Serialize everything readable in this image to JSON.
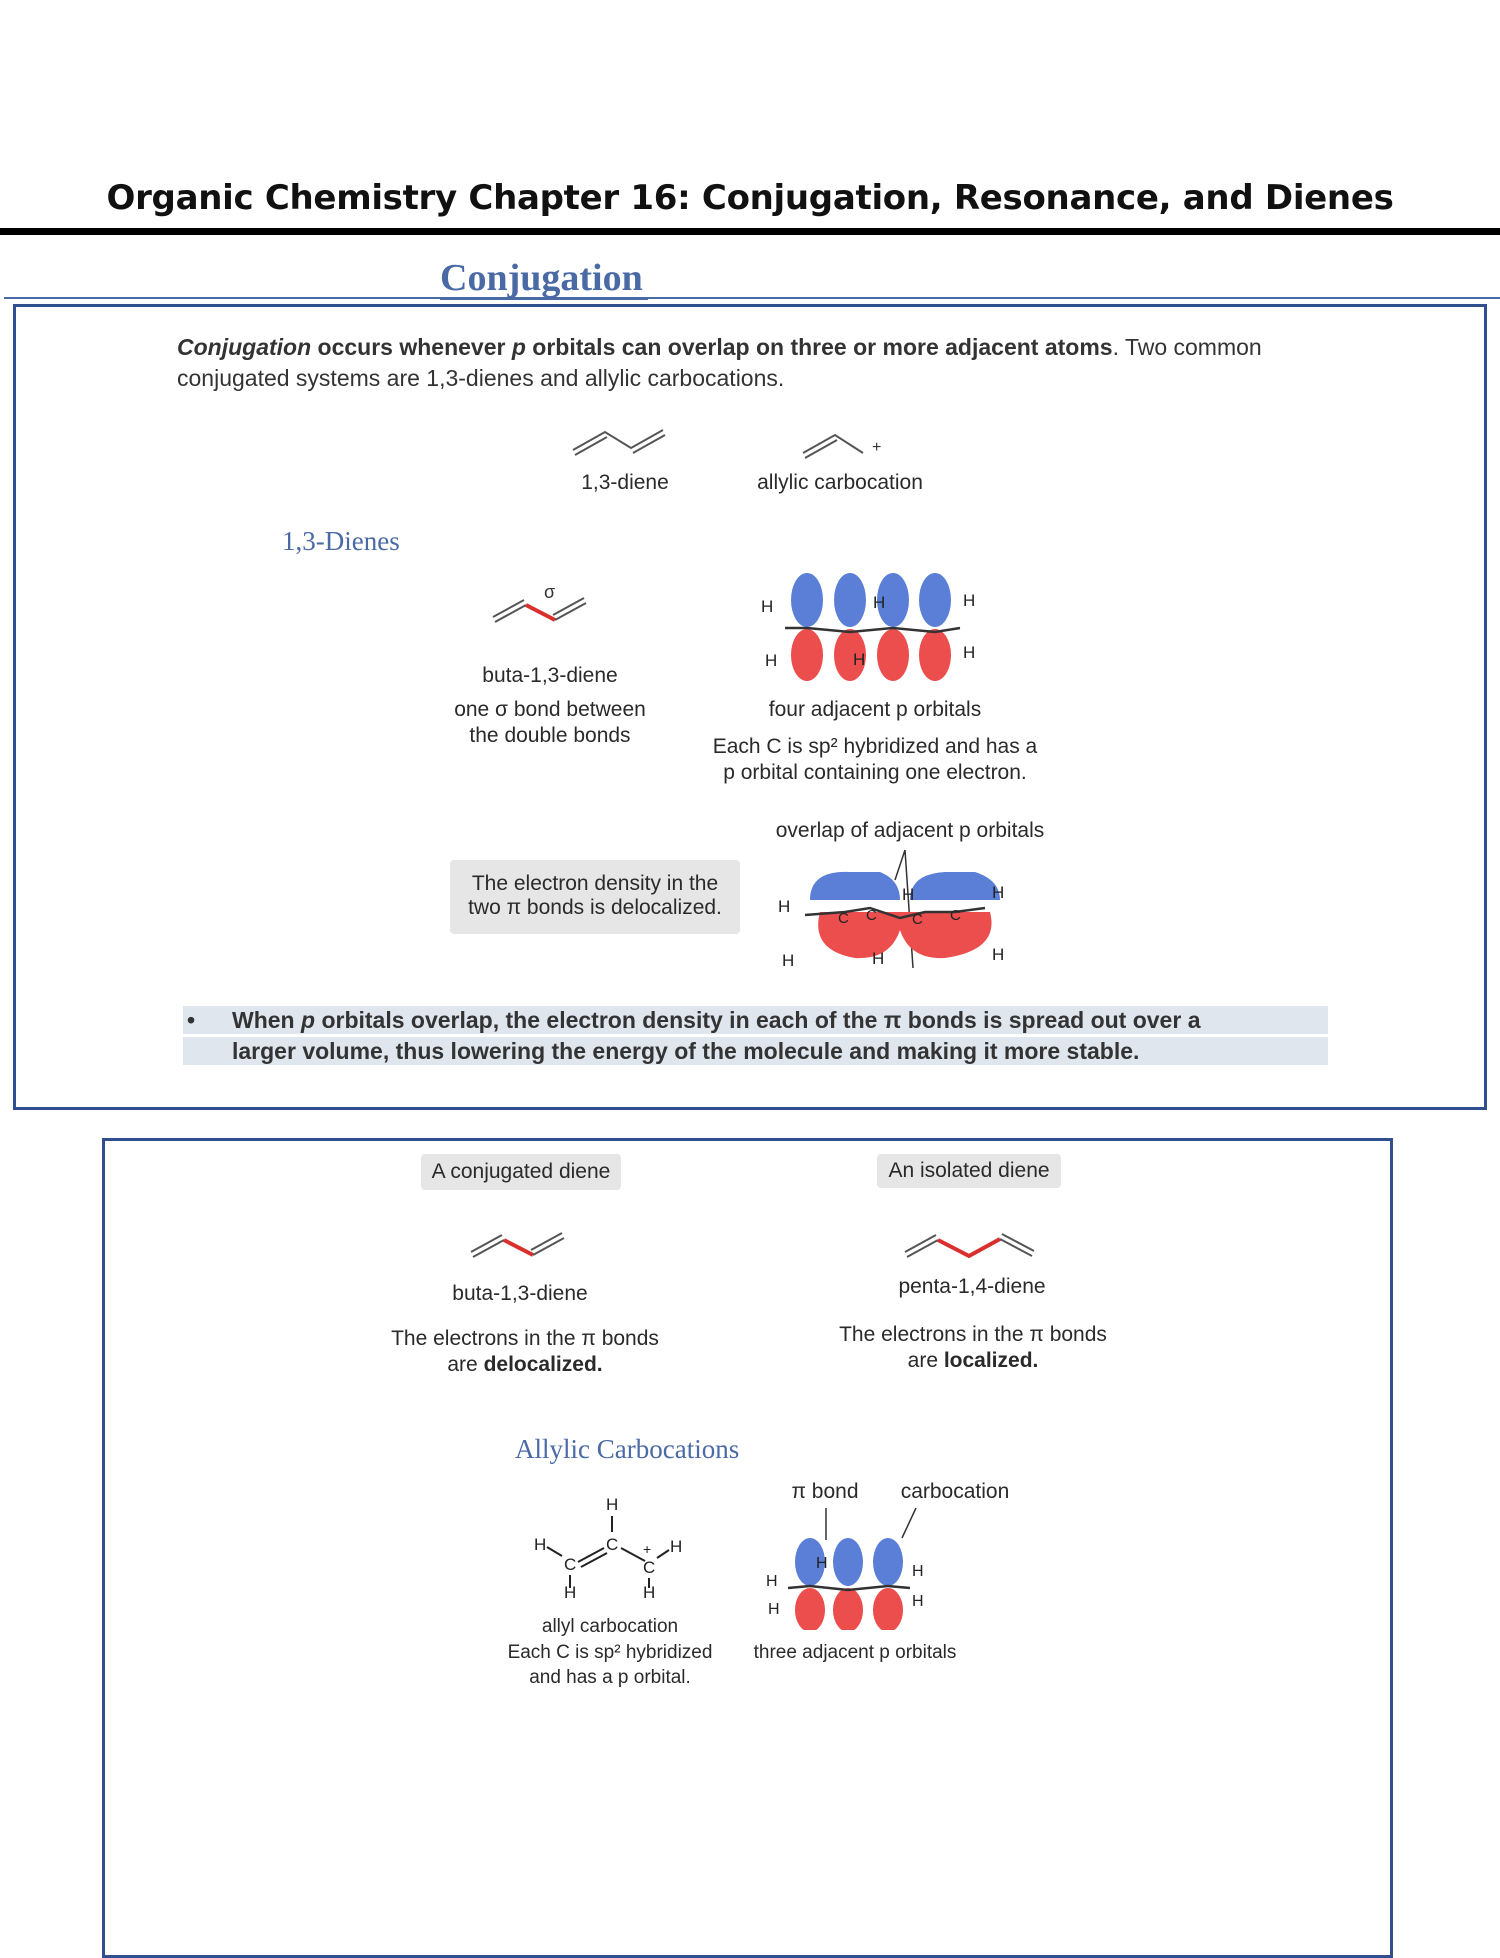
{
  "header": {
    "title": "Organic Chemistry Chapter 16: Conjugation, Resonance, and Dienes"
  },
  "section": {
    "heading": "Conjugation"
  },
  "intro": {
    "term": "Conjugation",
    "text_part1": " occurs whenever ",
    "p": "p",
    "text_part2": " orbitals can overlap on three or more adjacent atoms",
    "text_part3": ". Two common conjugated systems are 1,3-dienes and allylic carbocations."
  },
  "figure1": {
    "diene_label": "1,3-diene",
    "cation_label": "allylic carbocation",
    "plus": "+"
  },
  "dienes": {
    "subheading": "1,3-Dienes",
    "sigma": "σ",
    "name": "buta-1,3-diene",
    "note_line1": "one σ  bond between",
    "note_line2": "the double bonds",
    "orbitals_line1": "four adjacent p orbitals",
    "orbitals_line2": "Each C is sp² hybridized and has a",
    "orbitals_line3": "p orbital containing one electron.",
    "overlap_label": "overlap of adjacent p orbitals",
    "delocal_line1": "The electron density in the",
    "delocal_line2": "two π bonds is delocalized.",
    "h": "H",
    "c": "C"
  },
  "bullet": {
    "symbol": "•",
    "line1_part1": "When ",
    "line1_p": "p",
    "line1_part2": " orbitals overlap, the electron density in each of the π  bonds is spread out over a",
    "line2": "larger volume, thus lowering the energy of the molecule and making it more stable."
  },
  "compare": {
    "conjugated_label": "A conjugated diene",
    "isolated_label": "An isolated diene",
    "conj_name": "buta-1,3-diene",
    "iso_name": "penta-1,4-diene",
    "conj_line1": "The electrons in the π bonds",
    "conj_line2_pre": "are ",
    "conj_line2_bold": "delocalized.",
    "iso_line1": "The electrons in the π bonds",
    "iso_line2_pre": "are ",
    "iso_line2_bold": "localized."
  },
  "allylic": {
    "subheading": "Allylic Carbocations",
    "pi_bond_label": "π bond",
    "carbocation_label": "carbocation",
    "name": "allyl carbocation",
    "line2": "Each C is sp² hybridized",
    "line3": "and has a p orbital.",
    "orbitals_label": "three adjacent p orbitals"
  },
  "colors": {
    "accent_blue": "#4a6aa5",
    "border_blue": "#2f4f8f",
    "orbital_blue": "#5b7fd6",
    "orbital_red": "#ec4d4d",
    "bond_red": "#d9302e"
  }
}
